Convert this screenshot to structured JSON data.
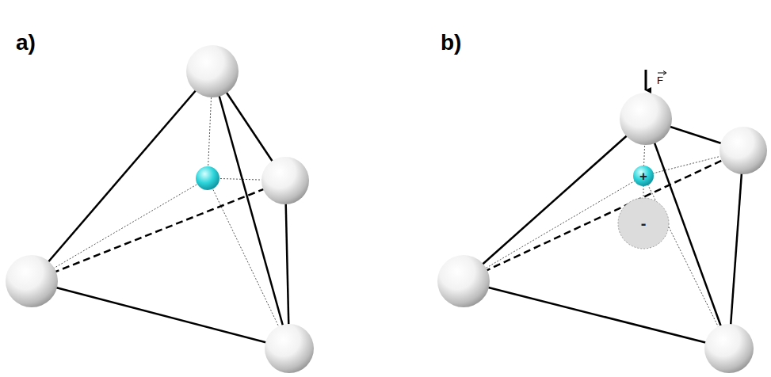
{
  "diagram": {
    "nodes": [
      {
        "text": [
          "+"
        ]
      },
      {
        "text": [
          "-"
        ]
      }
    ],
    "labels": [
      "a)",
      "b)",
      "F"
    ]
  }
}
